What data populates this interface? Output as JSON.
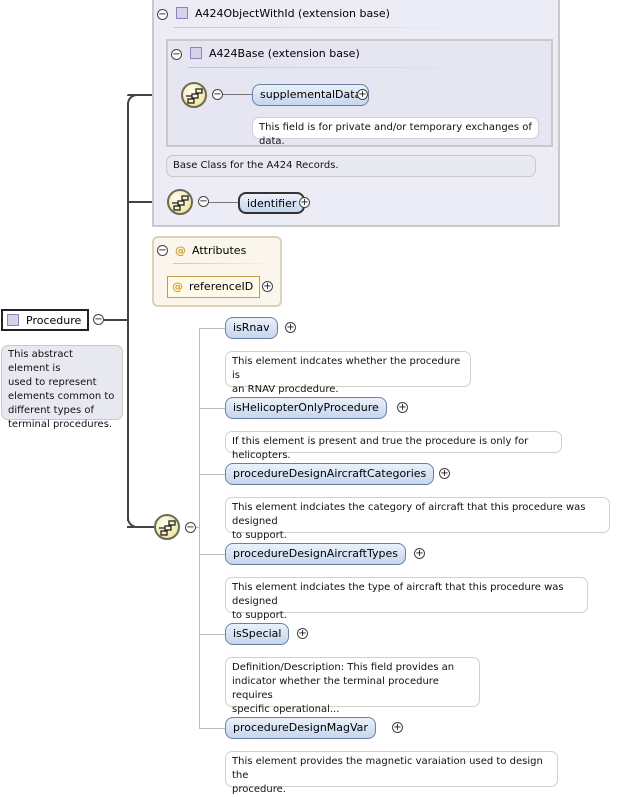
{
  "root": {
    "label": "Procedure",
    "note": [
      "This abstract element is",
      "used to represent",
      "elements common to",
      "different types of",
      "terminal procedures."
    ]
  },
  "objectWithId": {
    "header": "A424ObjectWithId (extension base)",
    "base": {
      "header": "A424Base (extension base)",
      "element": "supplementalData",
      "note": "This field is for private and/or temporary exchanges of data."
    },
    "base_note": "Base Class for the A424 Records.",
    "element": "identifier"
  },
  "attributes": {
    "header": "Attributes",
    "at_symbol": "@",
    "item": "referenceID"
  },
  "symbols": {
    "minus": "−",
    "plus": "+"
  },
  "children": [
    {
      "label": "isRnav",
      "note": [
        "This element indcates whether the procedure is",
        "an RNAV procdedure."
      ]
    },
    {
      "label": "isHelicopterOnlyProcedure",
      "note": [
        "If this element is present and true the procedure is only for helicopters."
      ]
    },
    {
      "label": "procedureDesignAircraftCategories",
      "note": [
        "This element indciates the category of aircraft that this procedure was designed",
        "to support."
      ]
    },
    {
      "label": "procedureDesignAircraftTypes",
      "note": [
        "This element indciates the type of aircraft that this procedure was designed",
        "to support."
      ]
    },
    {
      "label": "isSpecial",
      "note": [
        "Definition/Description: This field provides an",
        "indicator whether the terminal procedure requires",
        "specific operational..."
      ]
    },
    {
      "label": "procedureDesignMagVar",
      "note": [
        "This element provides the magnetic varaiation used to design the",
        "procedure."
      ]
    }
  ]
}
